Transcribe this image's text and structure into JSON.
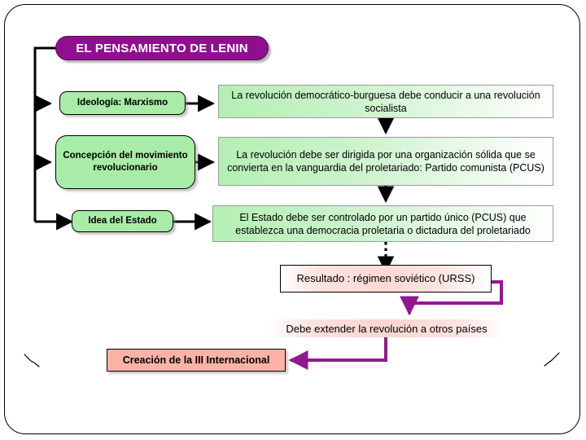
{
  "slide": {
    "title": "EL PENSAMIENTO DE LENIN",
    "colors": {
      "title_fill": "#8f0f8f",
      "title_text": "#ffffff",
      "green_fill": "#a8eca8",
      "green_gradient_start": "#b4efb4",
      "pink_fill": "#fbb3a7",
      "purple_arrow": "#8f1a8f",
      "black_arrow": "#000000",
      "frame_border": "#000000"
    }
  },
  "left_column": [
    {
      "id": "ideologia",
      "label": "Ideología: Marxismo"
    },
    {
      "id": "concepcion",
      "label": "Concepción del movimiento revolucionario"
    },
    {
      "id": "estado",
      "label": "Idea del Estado"
    }
  ],
  "right_column": [
    {
      "id": "rev-socialista",
      "label": "La revolución democrático-burguesa debe conducir a una revolución socialista"
    },
    {
      "id": "partido-comunista",
      "label": "La revolución debe ser dirigida por una organización sólida que se convierta en la vanguardia del proletariado: Partido comunista (PCUS)"
    },
    {
      "id": "dictadura-proletariado",
      "label": "El Estado debe ser controlado por un partido único (PCUS) que establezca una democracia proletaria o dictadura del proletariado"
    }
  ],
  "outcomes": [
    {
      "id": "resultado",
      "label": "Resultado : régimen soviético (URSS)"
    },
    {
      "id": "extender",
      "label": "Debe extender la revolución a otros países"
    },
    {
      "id": "internacional",
      "label": "Creación de la III Internacional"
    }
  ]
}
